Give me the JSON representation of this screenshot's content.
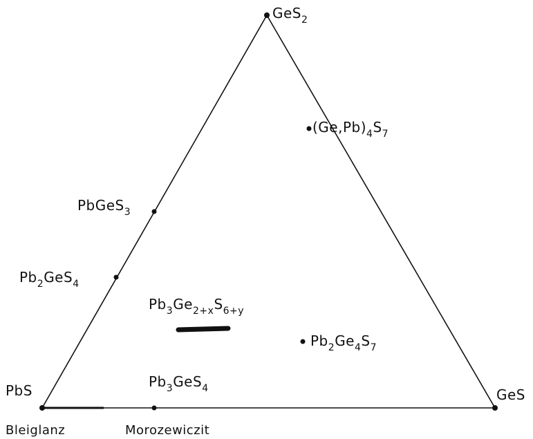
{
  "diagram": {
    "colors": {
      "ink": "#111111",
      "paper": "#ffffff"
    },
    "vertices": {
      "top": {
        "formula": [
          [
            "GeS",
            false
          ],
          [
            "2",
            true
          ]
        ]
      },
      "left": {
        "formula": [
          [
            "PbS",
            false
          ]
        ],
        "mineral": "Bleiglanz"
      },
      "right": {
        "formula": [
          [
            "GeS",
            false
          ]
        ]
      }
    },
    "phases": {
      "gepb4s7": {
        "formula": [
          [
            "(Ge,Pb)",
            false
          ],
          [
            "4",
            true
          ],
          [
            "S",
            false
          ],
          [
            "7",
            true
          ]
        ]
      },
      "pbges3": {
        "formula": [
          [
            "PbGeS",
            false
          ],
          [
            "3",
            true
          ]
        ]
      },
      "pb2ges4": {
        "formula": [
          [
            "Pb",
            false
          ],
          [
            "2",
            true
          ],
          [
            "GeS",
            false
          ],
          [
            "4",
            true
          ]
        ]
      },
      "pb3ge2s6": {
        "formula": [
          [
            "Pb",
            false
          ],
          [
            "3",
            true
          ],
          [
            "Ge",
            false
          ],
          [
            "2+x",
            true
          ],
          [
            "S",
            false
          ],
          [
            "6+y",
            true
          ]
        ]
      },
      "pb2ge4s7": {
        "formula": [
          [
            "Pb",
            false
          ],
          [
            "2",
            true
          ],
          [
            "Ge",
            false
          ],
          [
            "4",
            true
          ],
          [
            "S",
            false
          ],
          [
            "7",
            true
          ]
        ]
      },
      "pb3ges4": {
        "formula": [
          [
            "Pb",
            false
          ],
          [
            "3",
            true
          ],
          [
            "GeS",
            false
          ],
          [
            "4",
            true
          ]
        ],
        "mineral": "Morozewiczit"
      }
    }
  }
}
